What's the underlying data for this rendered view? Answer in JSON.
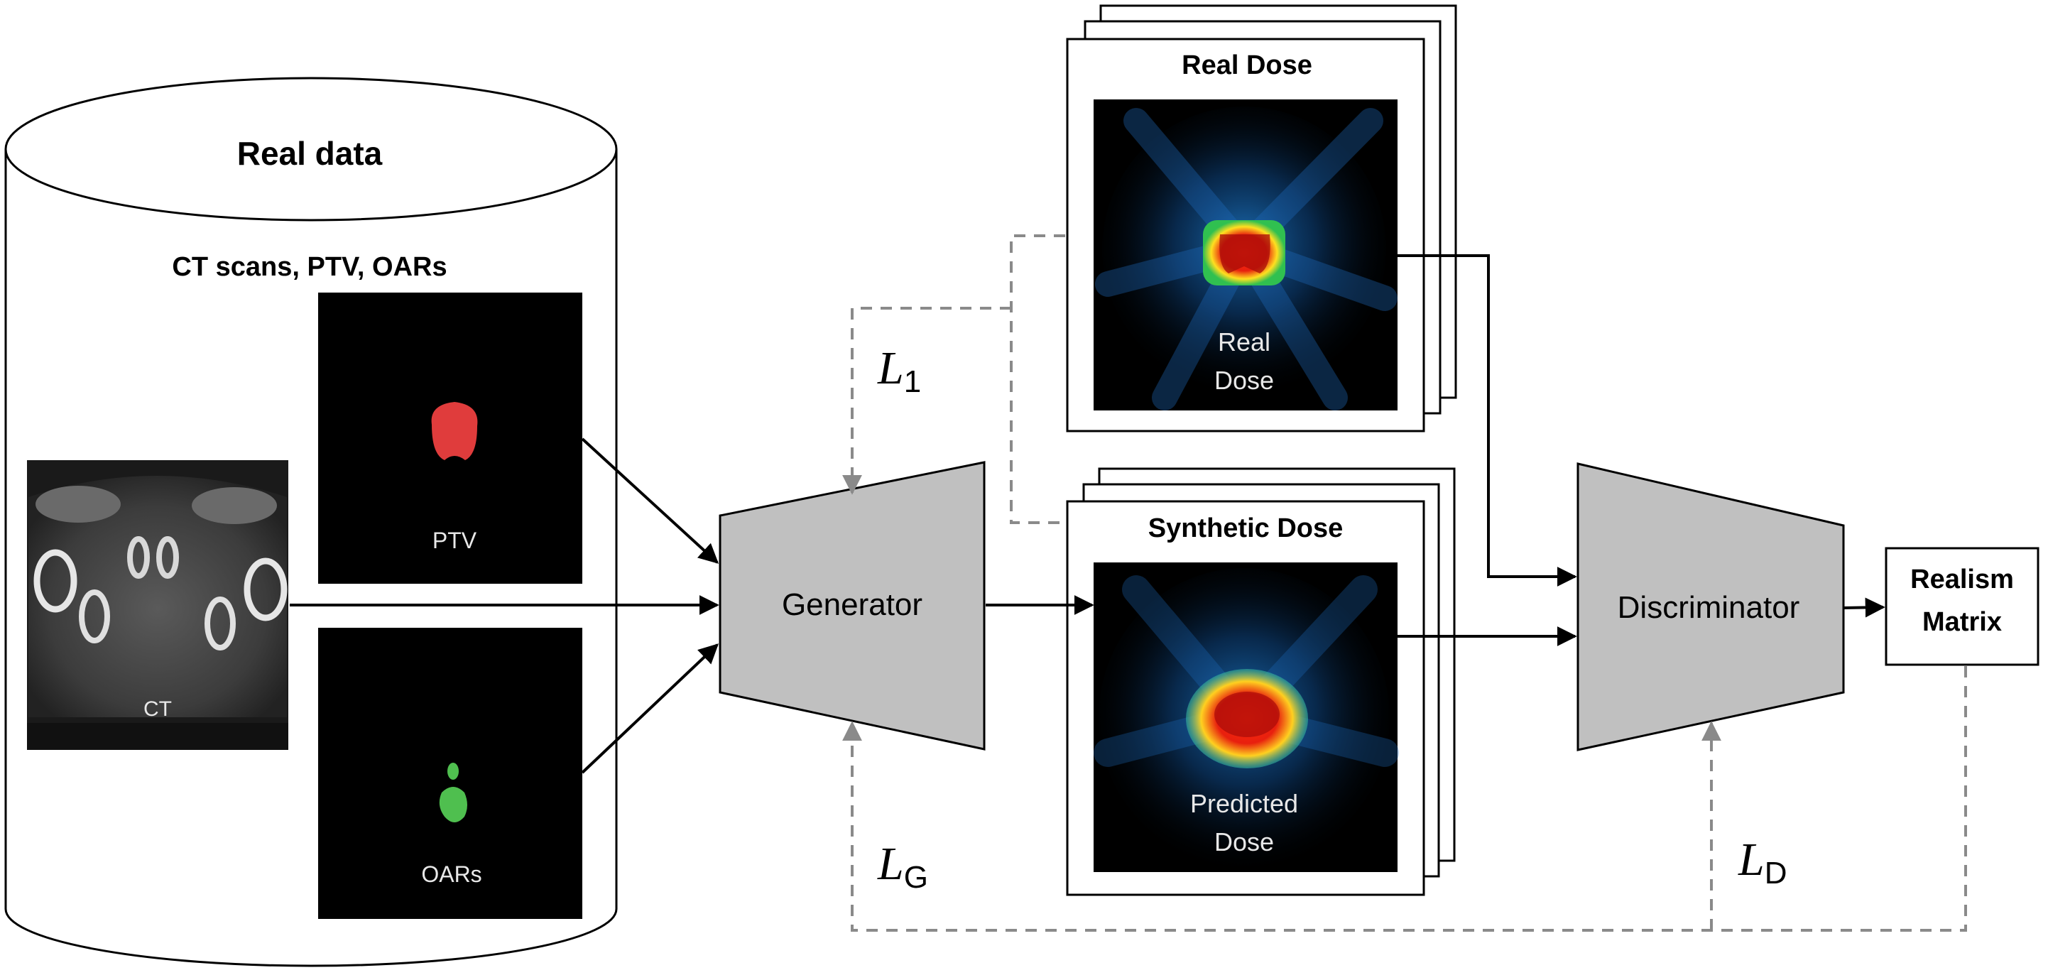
{
  "database": {
    "title": "Real data",
    "subtitle": "CT scans, PTV, OARs",
    "images": {
      "ct": "CT",
      "ptv": "PTV",
      "oars": "OARs"
    }
  },
  "generator": {
    "label": "Generator"
  },
  "discriminator": {
    "label": "Discriminator"
  },
  "real_dose": {
    "title": "Real Dose",
    "image_line1": "Real",
    "image_line2": "Dose"
  },
  "synthetic_dose": {
    "title": "Synthetic Dose",
    "image_line1": "Predicted",
    "image_line2": "Dose"
  },
  "output": {
    "line1": "Realism",
    "line2": "Matrix"
  },
  "losses": {
    "l1": {
      "symbol": "L",
      "subscript": "1"
    },
    "lg": {
      "symbol": "L",
      "subscript": "G"
    },
    "ld": {
      "symbol": "L",
      "subscript": "D"
    }
  },
  "colors": {
    "block_fill": "#c0c0c0",
    "dashed_line": "#8a8a8a",
    "ptv_red": "#e03c3c",
    "oar_green": "#4fbf4f"
  }
}
